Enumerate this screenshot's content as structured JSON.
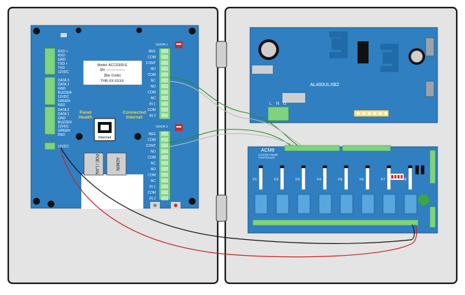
{
  "controller": {
    "model_lines": [
      "Model: ACCS300-E",
      "SN: ----------------",
      "(Bar Code)",
      "THR-XX-XXXX"
    ],
    "reader1_lines": [
      "RXD +",
      "RXD",
      "GND",
      "TXD +",
      "TXD",
      "12VDC"
    ],
    "reader2_lines": [
      "DATA 0",
      "DATA 1",
      "GND",
      "BUZZER",
      "12VDC",
      "GREEN",
      "RED"
    ],
    "reader3_lines": [
      "DATA 2",
      "DATA 1",
      "GND",
      "BUZZER",
      "12VDC",
      "GREEN",
      "RED"
    ],
    "power_in_label": "12VDC",
    "panel_health": [
      "Panel",
      "Health"
    ],
    "connected_internet": [
      "Connected",
      "Internet"
    ],
    "internet_label": "Internet",
    "poe_lan_label": "POE / LAN",
    "admin_label": "ADMIN",
    "door1_title": "DOOR 1",
    "door2_title": "DOOR 2",
    "door1_terminals": [
      "REX",
      "COM",
      "CONT",
      "NO",
      "COM",
      "NC",
      "NO",
      "COM",
      "NC",
      "IN 1",
      "COM",
      "IN 2"
    ],
    "door2_terminals": [
      "REX",
      "COM",
      "CONT",
      "NO",
      "COM",
      "NC",
      "NO",
      "COM",
      "NC",
      "IN 1",
      "COM",
      "IN 2"
    ]
  },
  "power_supply": {
    "model": "AL400ULXB2",
    "lng_labels": [
      "L",
      "N",
      "G"
    ]
  },
  "acm8": {
    "title": "ACM8",
    "subtitle": [
      "ACCESS POWER",
      "CONTROLLER"
    ],
    "fuse_labels": [
      "F1",
      "F2",
      "F3",
      "F4",
      "F5",
      "F6",
      "F7",
      "F8"
    ]
  }
}
